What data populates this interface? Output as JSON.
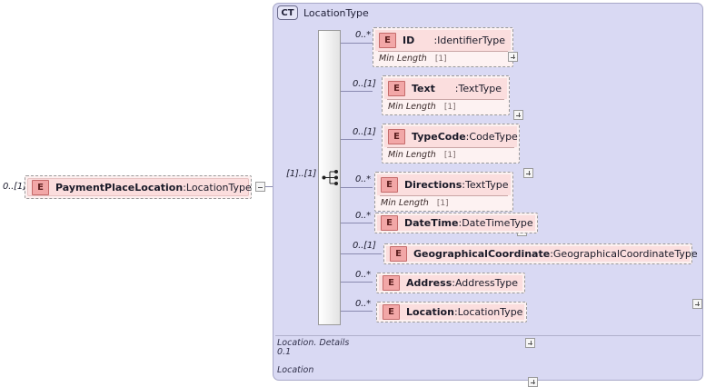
{
  "diagram": {
    "kind": "xsd-schema-diagram",
    "root_element": {
      "name": "PaymentPlaceLocation",
      "separator": " : ",
      "type": "LocationType",
      "cardinality": "0..[1]",
      "badge": "E",
      "toggle": "minus"
    },
    "container": {
      "badge": "CT",
      "title": "LocationType",
      "compositor": {
        "icon": "sequence-icon",
        "cardinality": "[1]..[1]"
      },
      "footer": {
        "line1": "Location. Details",
        "line2": "0.1",
        "line3": "Location"
      }
    },
    "particles": [
      {
        "cardinality": "0..*",
        "badge": "E",
        "name": "ID",
        "separator": " : ",
        "type": "IdentifierType",
        "facet_name": "Min Length",
        "facet_value": "[1]",
        "toggle": "plus"
      },
      {
        "cardinality": "0..[1]",
        "badge": "E",
        "name": "Text",
        "separator": " : ",
        "type": "TextType",
        "facet_name": "Min Length",
        "facet_value": "[1]",
        "toggle": "plus"
      },
      {
        "cardinality": "0..[1]",
        "badge": "E",
        "name": "TypeCode",
        "separator": " : ",
        "type": "CodeType",
        "facet_name": "Min Length",
        "facet_value": "[1]",
        "toggle": "plus"
      },
      {
        "cardinality": "0..*",
        "badge": "E",
        "name": "Directions",
        "separator": " : ",
        "type": "TextType",
        "facet_name": "Min Length",
        "facet_value": "[1]",
        "toggle": "plus"
      },
      {
        "cardinality": "0..*",
        "badge": "E",
        "name": "DateTime",
        "separator": " : ",
        "type": "DateTimeType",
        "facet_name": "",
        "facet_value": "",
        "toggle": "none"
      },
      {
        "cardinality": "0..[1]",
        "badge": "E",
        "name": "GeographicalCoordinate",
        "separator": " : ",
        "type": "GeographicalCoordinateType",
        "facet_name": "",
        "facet_value": "",
        "toggle": "plus"
      },
      {
        "cardinality": "0..*",
        "badge": "E",
        "name": "Address",
        "separator": " : ",
        "type": "AddressType",
        "facet_name": "",
        "facet_value": "",
        "toggle": "plus"
      },
      {
        "cardinality": "0..*",
        "badge": "E",
        "name": "Location",
        "separator": " : ",
        "type": "LocationType",
        "facet_name": "",
        "facet_value": "",
        "toggle": "plus"
      }
    ],
    "colors": {
      "element_fill": "#fbdede",
      "element_border": "#9a9a9a",
      "badge_fill": "#f2a7a7",
      "container_fill": "#d9d9f3",
      "container_border": "#a8a8c8",
      "line": "#8a8ab0"
    }
  }
}
